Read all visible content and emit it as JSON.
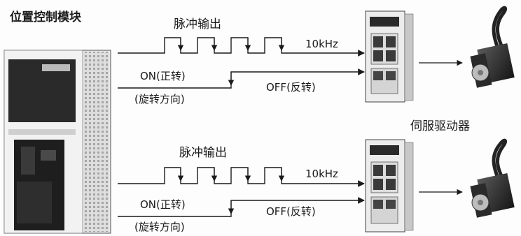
{
  "diagram": {
    "module_title": "位置控制模块",
    "driver_label": "伺服驱动器",
    "channels": [
      {
        "pulse_label": "脉冲输出",
        "freq_label": "10kHz",
        "on_label": "ON(正转)",
        "off_label": "OFF(反转)",
        "dir_label": "(旋转方向)"
      },
      {
        "pulse_label": "脉冲输出",
        "freq_label": "10kHz",
        "on_label": "ON(正转)",
        "off_label": "OFF(反转)",
        "dir_label": "(旋转方向)"
      }
    ]
  },
  "colors": {
    "ink": "#1a1a1a",
    "device_dark": "#2a2a2a",
    "device_light": "#ececec"
  }
}
